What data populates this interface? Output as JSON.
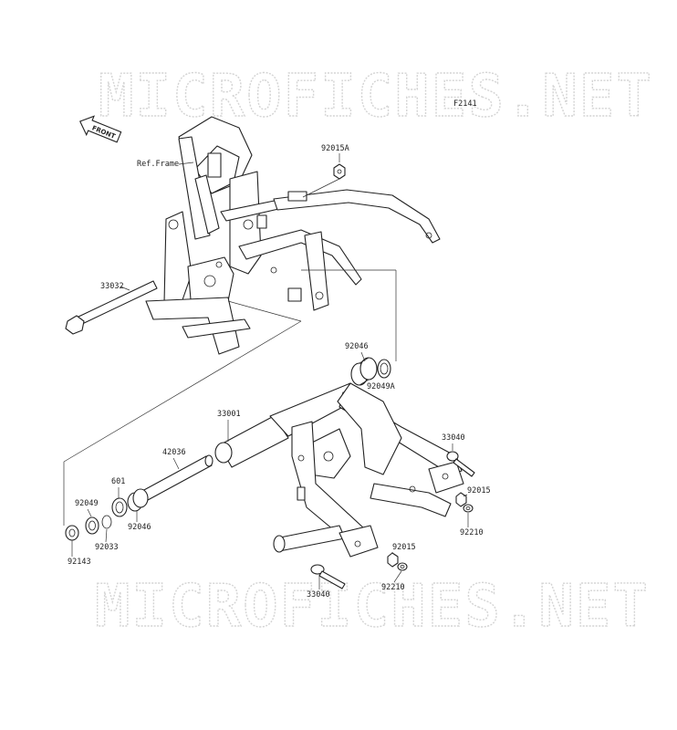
{
  "watermark": {
    "top": "MICROFICHES.NET",
    "bottom": "MICROFICHES.NET"
  },
  "figure_code": "F2141",
  "front_label": "FRONT",
  "ref_frame": "Ref.Frame",
  "parts": {
    "p92015A": "92015A",
    "p33032": "33032",
    "p92046_top": "92046",
    "p92049A": "92049A",
    "p33001": "33001",
    "p42036": "42036",
    "p601": "601",
    "p92049": "92049",
    "p92046_left": "92046",
    "p92033": "92033",
    "p92143": "92143",
    "p33040_right": "33040",
    "p92015_right": "92015",
    "p92210_right": "92210",
    "p92015_mid": "92015",
    "p92210_mid": "92210",
    "p33040_bottom": "33040"
  }
}
